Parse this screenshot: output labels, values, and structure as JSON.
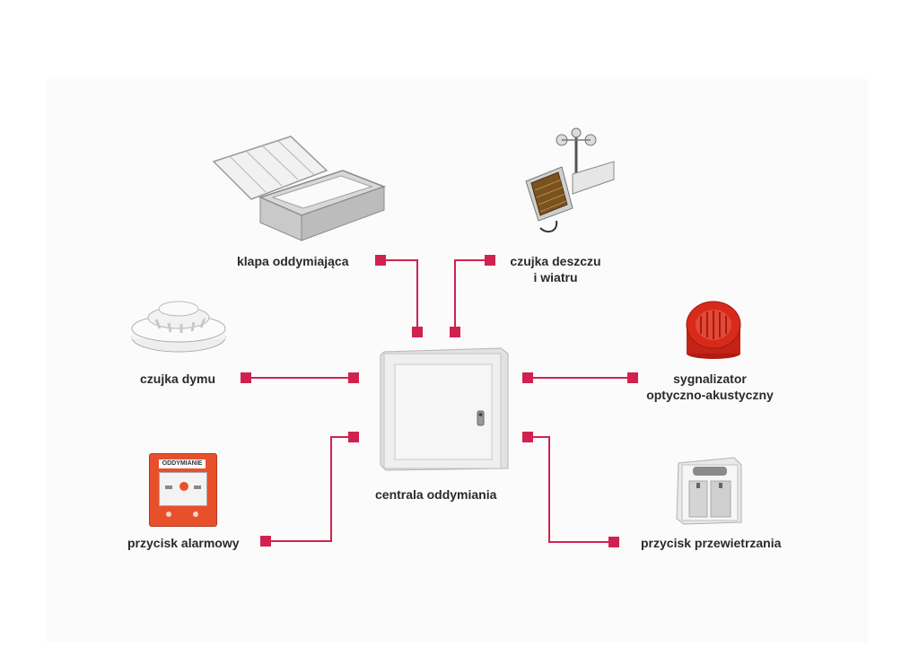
{
  "labels": {
    "roof_hatch": "klapa oddymiająca",
    "rain_wind_line1": "czujka deszczu",
    "rain_wind_line2": "i wiatru",
    "smoke_detector": "czujka dymu",
    "signaller_line1": "sygnalizator",
    "signaller_line2": "optyczno-akustyczny",
    "alarm_button": "przycisk alarmowy",
    "central_unit": "centrala oddymiania",
    "ventilation_button": "przycisk przewietrzania",
    "alarm_plate_text": "ODDYMIANIE"
  },
  "colors": {
    "connector": "#d1224f",
    "alarm_red": "#e8502c",
    "cabinet": "#ececec",
    "signaller_red": "#d72a1b"
  }
}
